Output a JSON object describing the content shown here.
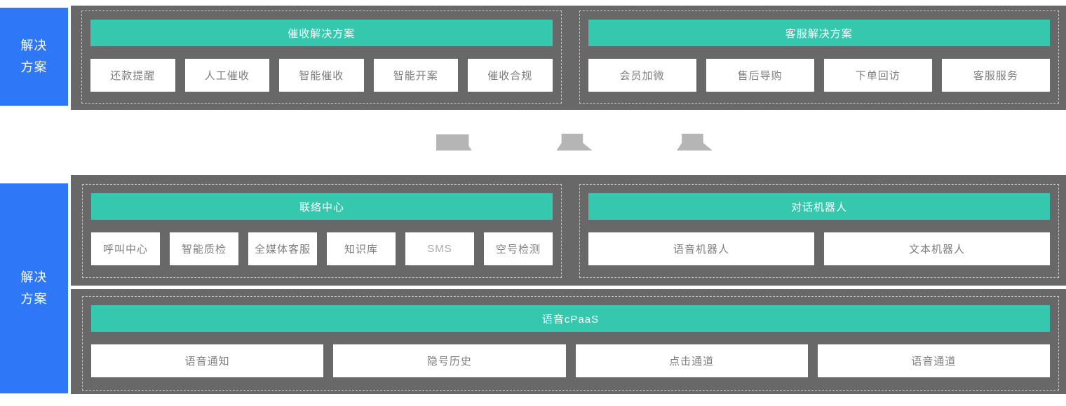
{
  "colors": {
    "label_blue": "#2e77f7",
    "panel_gray": "#686868",
    "accent_teal": "#36c8ae",
    "connector_gray": "#b5b5b5",
    "box_text_gray": "#7e7e7e",
    "dashed_border": "#c4c4c4"
  },
  "side_labels": {
    "top": {
      "line1": "解决",
      "line2": "方案"
    },
    "bottom": {
      "line1": "解决",
      "line2": "方案"
    }
  },
  "top_row": {
    "groups": [
      {
        "title": "催收解决方案",
        "items": [
          "还款提醒",
          "人工催收",
          "智能催收",
          "智能开案",
          "催收合规"
        ]
      },
      {
        "title": "客服解决方案",
        "items": [
          "会员加微",
          "售后导购",
          "下单回访",
          "客服服务"
        ]
      }
    ]
  },
  "middle_row": {
    "groups": [
      {
        "title": "联络中心",
        "items": [
          "呼叫中心",
          "智能质检",
          "全媒体客服",
          "知识库",
          "SMS",
          "空号检测"
        ]
      },
      {
        "title": "对话机器人",
        "items": [
          "语音机器人",
          "文本机器人"
        ]
      }
    ]
  },
  "bottom_row": {
    "groups": [
      {
        "title": "语音cPaaS",
        "items": [
          "语音通知",
          "隐号历史",
          "点击通道",
          "语音通道"
        ]
      }
    ]
  }
}
